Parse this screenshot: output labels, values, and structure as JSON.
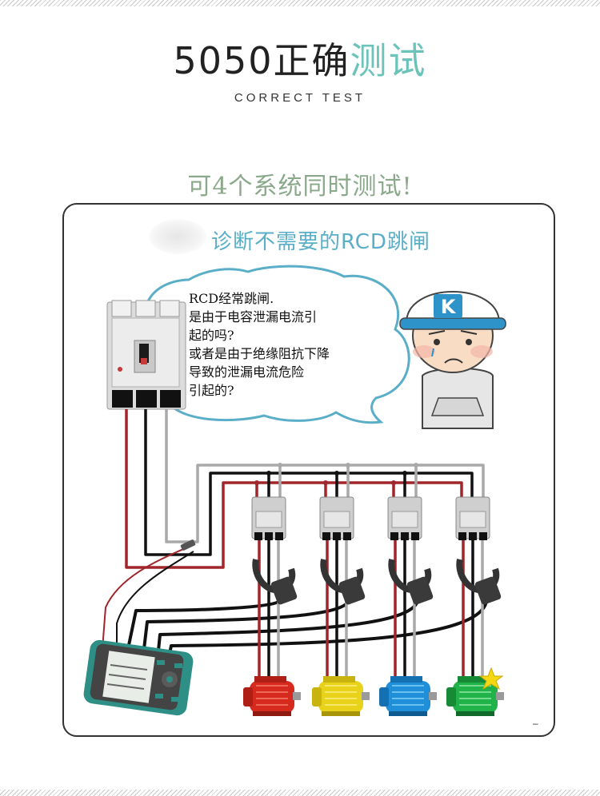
{
  "header": {
    "title_main": "5050正确",
    "title_accent": "测试",
    "subtitle": "CORRECT TEST"
  },
  "headline": "可4个系统同时测试!",
  "panel": {
    "problem_title": "诊断不需要的RCD跳闸",
    "speech_lines": [
      "RCD经常跳闸.",
      "是由于电容泄漏电流引",
      "起的吗?",
      "或者是由于绝缘阻抗下降",
      "导致的泄漏电流危险",
      "引起的?"
    ],
    "helmet_logo": "K",
    "corner_mark": "–"
  },
  "colors": {
    "accent": "#6cc3ba",
    "headline": "#8aa88a",
    "problem_title": "#5aaec8",
    "wire_red": "#a0262c",
    "wire_black": "#111111",
    "wire_grey": "#a9a9a9",
    "motors": [
      "#d62a1e",
      "#e8d21a",
      "#1f8fd8",
      "#22b24a"
    ]
  },
  "icons": {
    "breaker": "circuit-breaker-icon",
    "worker": "worried-worker-icon",
    "meter": "leakage-clamp-meter-icon",
    "clamp": "clamp-sensor-icon",
    "contactor": "contactor-icon",
    "motor": "motor-icon",
    "fault": "spark-icon"
  }
}
